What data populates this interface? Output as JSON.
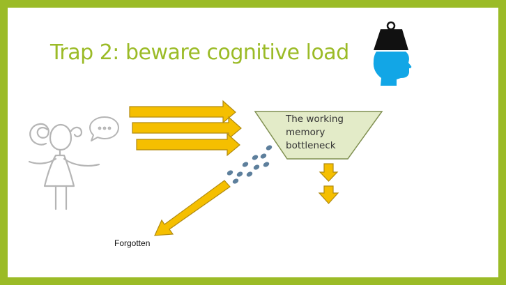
{
  "slide": {
    "title": "Trap 2: beware cognitive load",
    "funnel_label": "The working memory bottleneck",
    "forgotten_label": "Forgotten"
  },
  "icons": {
    "person": "person-speaking-icon",
    "speech_bubble": "speech-bubble-icon",
    "head_weight": "head-with-weight-icon",
    "funnel": "funnel-icon"
  },
  "colors": {
    "border": "#9bbb27",
    "title": "#9bbb27",
    "arrow_fill": "#f5bf00",
    "arrow_stroke": "#b08a10",
    "funnel_fill": "#e3ebc8",
    "dots": "#5d7f9c",
    "head": "#12a6e6",
    "weight": "#111111",
    "person_line": "#b5b5b5"
  }
}
